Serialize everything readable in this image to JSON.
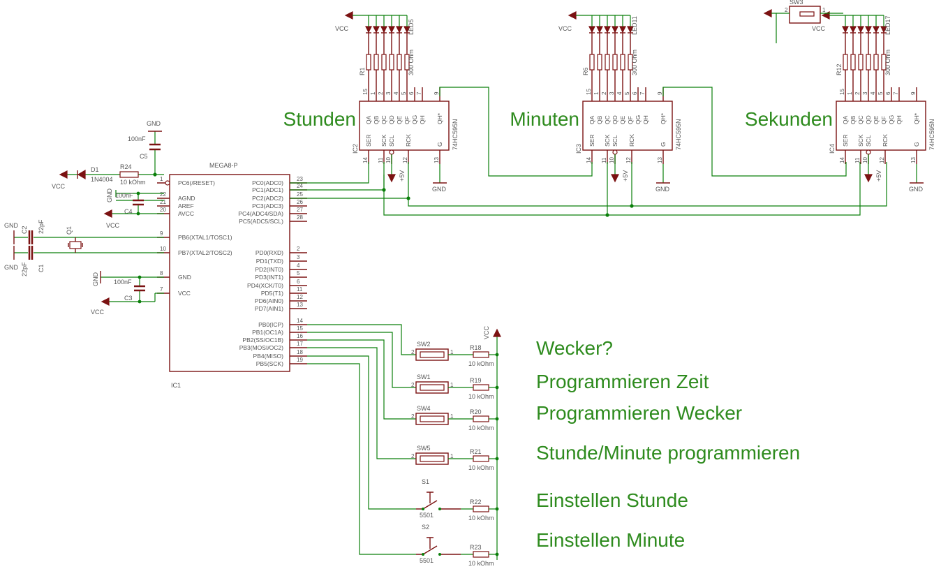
{
  "mcu": {
    "name": "MEGA8-P",
    "ref": "IC1",
    "left_pins": [
      {
        "num": "1",
        "name": "PC6(/RESET)"
      },
      {
        "num": "22",
        "name": "AGND"
      },
      {
        "num": "21",
        "name": "AREF"
      },
      {
        "num": "20",
        "name": "AVCC"
      },
      {
        "num": "9",
        "name": "PB6(XTAL1/TOSC1)"
      },
      {
        "num": "10",
        "name": "PB7(XTAL2/TOSC2)"
      },
      {
        "num": "8",
        "name": "GND"
      },
      {
        "num": "7",
        "name": "VCC"
      }
    ],
    "right_pins": [
      {
        "num": "23",
        "name": "PC0(ADC0)"
      },
      {
        "num": "24",
        "name": "PC1(ADC1)"
      },
      {
        "num": "25",
        "name": "PC2(ADC2)"
      },
      {
        "num": "26",
        "name": "PC3(ADC3)"
      },
      {
        "num": "27",
        "name": "PC4(ADC4/SDA)"
      },
      {
        "num": "28",
        "name": "PC5(ADC5/SCL)"
      },
      {
        "num": "2",
        "name": "PD0(RXD)"
      },
      {
        "num": "3",
        "name": "PD1(TXD)"
      },
      {
        "num": "4",
        "name": "PD2(INT0)"
      },
      {
        "num": "5",
        "name": "PD3(INT1)"
      },
      {
        "num": "6",
        "name": "PD4(XCK/T0)"
      },
      {
        "num": "11",
        "name": "PD5(T1)"
      },
      {
        "num": "12",
        "name": "PD6(AIN0)"
      },
      {
        "num": "13",
        "name": "PD7(AIN1)"
      },
      {
        "num": "14",
        "name": "PB0(ICP)"
      },
      {
        "num": "15",
        "name": "PB1(OC1A)"
      },
      {
        "num": "16",
        "name": "PB2(SS/OC1B)"
      },
      {
        "num": "17",
        "name": "PB3(MOSI/OC2)"
      },
      {
        "num": "18",
        "name": "PB4(MISO)"
      },
      {
        "num": "19",
        "name": "PB5(SCK)"
      }
    ]
  },
  "shift_registers": [
    {
      "ref": "IC2",
      "part": "74HC595N",
      "label": "Stunden",
      "res_ref": "R1",
      "led_ref": "LED5"
    },
    {
      "ref": "IC3",
      "part": "74HC595N",
      "label": "Minuten",
      "res_ref": "R6",
      "led_ref": "LED11"
    },
    {
      "ref": "IC4",
      "part": "74HC595N",
      "label": "Sekunden",
      "res_ref": "R12",
      "led_ref": "LED17"
    }
  ],
  "sr_top_pins": [
    {
      "num": "15",
      "name": "QA"
    },
    {
      "num": "1",
      "name": "QB"
    },
    {
      "num": "2",
      "name": "QC"
    },
    {
      "num": "3",
      "name": "QD"
    },
    {
      "num": "4",
      "name": "QE"
    },
    {
      "num": "5",
      "name": "QF"
    },
    {
      "num": "6",
      "name": "QG"
    },
    {
      "num": "7",
      "name": "QH"
    }
  ],
  "sr_top_right": {
    "num": "9",
    "name": "QH*"
  },
  "sr_bottom_pins": [
    {
      "num": "14",
      "name": "SER"
    },
    {
      "num": "11",
      "name": "SCK"
    },
    {
      "num": "10",
      "name": "SCL"
    },
    {
      "num": "12",
      "name": "RCK"
    },
    {
      "num": "13",
      "name": "G"
    }
  ],
  "resistor_value": "300 Ohm",
  "power": {
    "gnd": "GND",
    "vcc": "VCC",
    "plus5": "+5V"
  },
  "components": {
    "d1_ref": "D1",
    "d1_val": "1N4004",
    "r24_ref": "R24",
    "r24_val": "10 kOhm",
    "c5_ref": "C5",
    "c5_val": "100nF",
    "c4_ref": "C4",
    "c4_val": "100nF",
    "c3_ref": "C3",
    "c3_val": "100nF",
    "c2_ref": "C2",
    "c2_val": "22pF",
    "c1_ref": "C1",
    "c1_val": "22pF",
    "q1_ref": "Q1",
    "sw3_ref": "SW3"
  },
  "buttons": [
    {
      "sw": "SW2",
      "r": "R18",
      "rval": "10 kOhm",
      "desc": "Wecker?"
    },
    {
      "sw": "SW1",
      "r": "R19",
      "rval": "10 kOhm",
      "desc": "Programmieren Zeit"
    },
    {
      "sw": "SW4",
      "r": "R20",
      "rval": "10 kOhm",
      "desc": "Programmieren Wecker"
    },
    {
      "sw": "SW5",
      "r": "R21",
      "rval": "10 kOhm",
      "desc": "Stunde/Minute programmieren"
    },
    {
      "sw": "S1",
      "sub": "5501",
      "r": "R22",
      "rval": "10 kOhm",
      "desc": "Einstellen Stunde"
    },
    {
      "sw": "S2",
      "sub": "5501",
      "r": "R23",
      "rval": "10 kOhm",
      "desc": "Einstellen Minute"
    }
  ]
}
